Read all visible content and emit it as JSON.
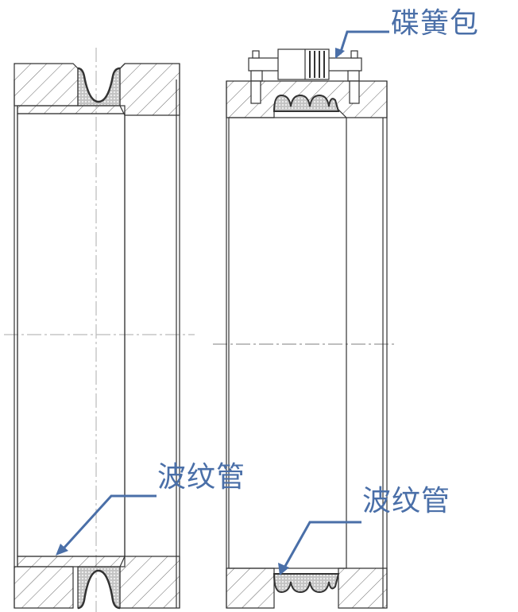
{
  "labels": {
    "disc_spring_pack": "碟簧包",
    "bellows_left": "波纹管",
    "bellows_right": "波纹管"
  },
  "colors": {
    "annotation": "#4a6fa8",
    "line": "#333333",
    "centerline": "#999999"
  }
}
